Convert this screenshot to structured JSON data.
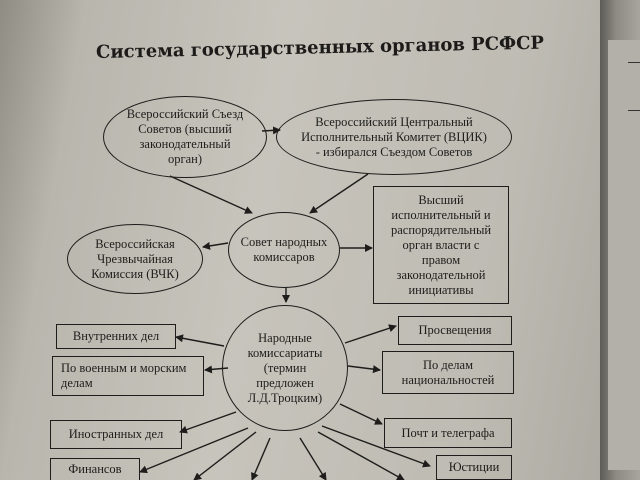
{
  "title": "Система государственных органов РСФСР",
  "nodes": {
    "congress": "Всероссийский Съезд Советов (высший законодательный орган)",
    "vtsik": "Всероссийский Центральный Исполнительный Комитет (ВЦИК) - избирался Съездом Советов",
    "sovnarkom": "Совет народных комиссаров",
    "vchk": "Всероссийская Чрезвычайная Комиссия (ВЧК)",
    "highest_exec": "Высший исполнительный и распорядительный орган власти с правом законодательной инициативы",
    "commissariats": "Народные комиссариаты (термин предложен Л.Д.Троцким)",
    "internal": "Внутренних дел",
    "military": "По военным и морским делам",
    "foreign": "Иностранных дел",
    "finance": "Финансов",
    "education": "Просвещения",
    "nationalities": "По делам национальностей",
    "posts": "Почт и телеграфа",
    "justice": "Юстиции"
  }
}
